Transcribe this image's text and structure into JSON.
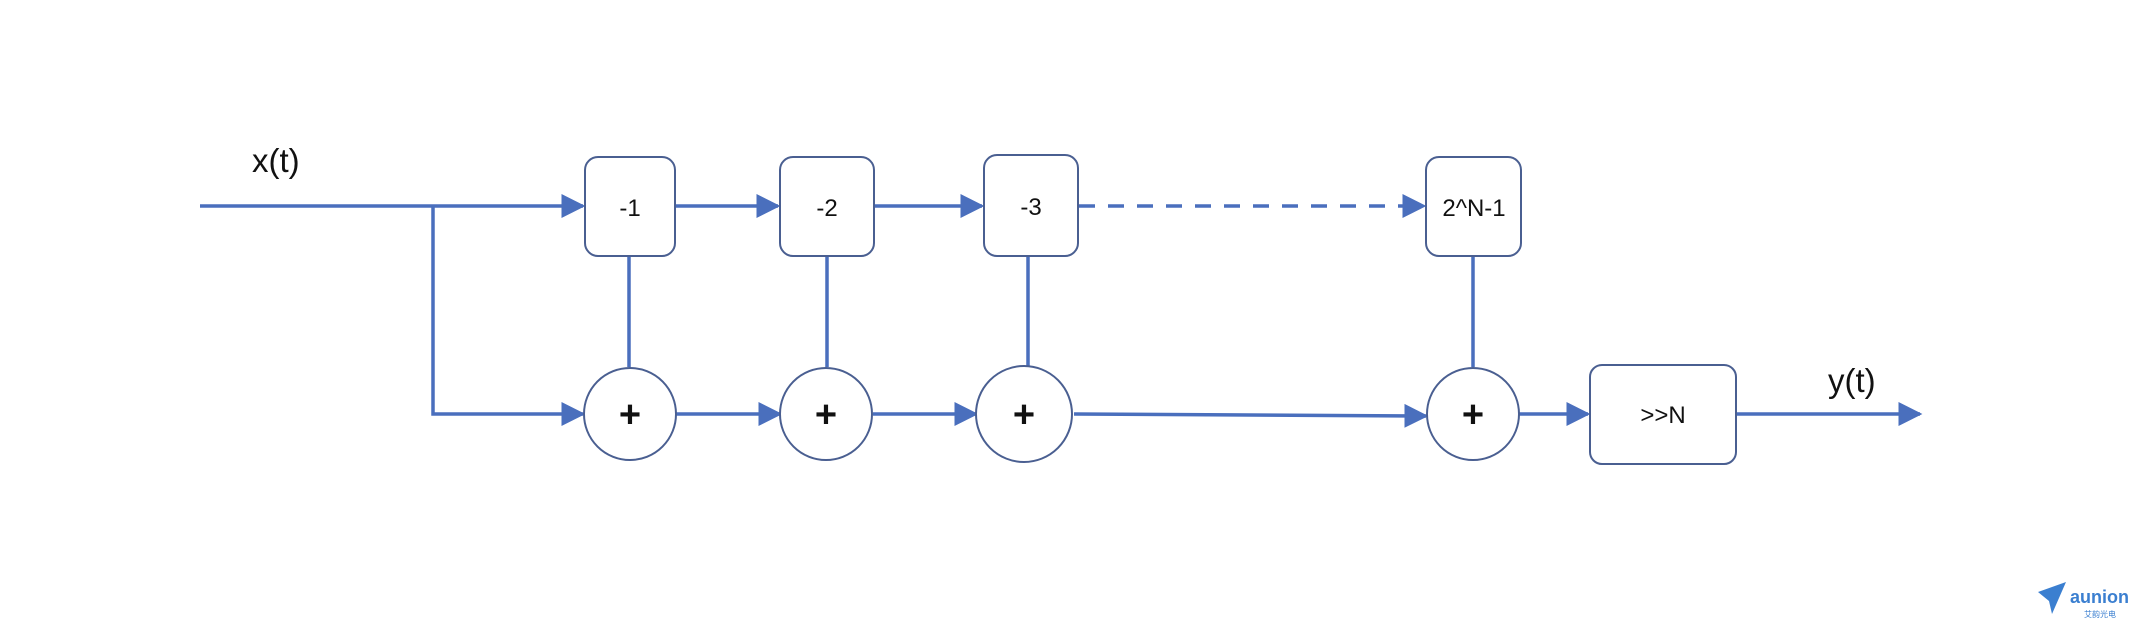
{
  "diagram": {
    "input_label": "x(t)",
    "output_label": "y(t)",
    "delays": [
      "-1",
      "-2",
      "-3",
      "2^N-1"
    ],
    "adder_symbol": "+",
    "shift_label": ">>N"
  },
  "watermark": {
    "brand": "aunion",
    "sub": "艾韵光电"
  },
  "colors": {
    "wire": "#4a6fbd",
    "box_border": "#4a5f91",
    "brand": "#3b7fd0"
  },
  "icons": {
    "watermark_logo": "paper-plane-icon"
  }
}
